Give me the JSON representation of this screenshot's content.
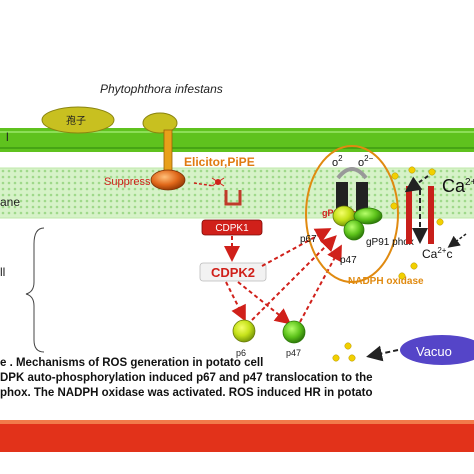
{
  "organism_label": "Phytophthora infestans",
  "spore_label": "孢子",
  "suppressor_label": "Suppress",
  "elicitor_label": "Elicitor,PiPE",
  "cell_wall_label": "l",
  "membrane_label": "ane",
  "cell_label": "ll",
  "cdpk1_label": "CDPK1",
  "cdpk2_label": "CDPK2",
  "superoxide_left": "o",
  "superoxide_left_sup": "2",
  "superoxide_right": "o",
  "superoxide_right_sup": "2−",
  "gp22_label": "gP22 phox",
  "gp91_label": "gP91 phox",
  "p67_label": "p67",
  "p47_label": "p47",
  "nadph_label": "NADPH oxidase",
  "free_p6_label": "p6",
  "free_p47_label": "p47",
  "calcium_channel_label": "Ca",
  "calcium_ion_label": "Ca",
  "calcium_ion_sup": "2+",
  "calcium_ion_tail": "c",
  "calcium_sup": "2+",
  "vacuole_label": "Vacuo",
  "caption_line1": "e . Mechanisms of ROS generation in potato cell",
  "caption_line2": "DPK auto-phosphorylation induced p67 and p47 translocation to the",
  "caption_line3": "phox. The NADPH oxidase was activated. ROS induced HR in potato",
  "colors": {
    "cell_wall_green": "#5fc21e",
    "membrane_green": "#c9efb6",
    "cdpk_red": "#d0201a",
    "arrow_red": "#d0201a",
    "spore_olive": "#c8c020",
    "complex_green": "#7ac212",
    "oval_orange": "#e08a10",
    "vacuole_purple": "#5545c8",
    "bottom_band_red": "#e2321a",
    "ca_dot_yellow": "#f2d000"
  }
}
